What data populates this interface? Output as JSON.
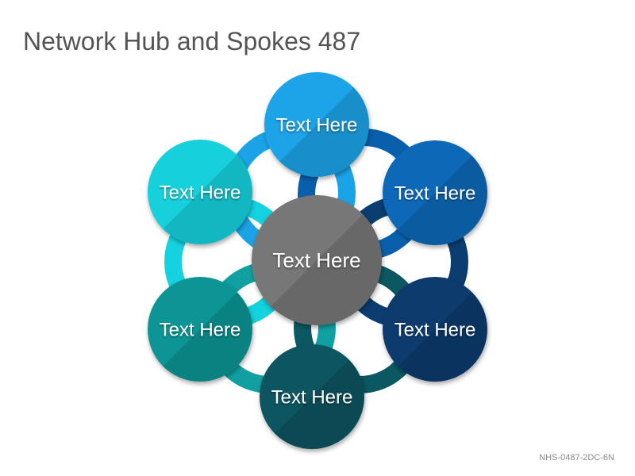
{
  "title": "Network Hub and Spokes 487",
  "footer_code": "NHS-0487-2DC-6N",
  "hub": {
    "label": "Text Here",
    "color": "#777777"
  },
  "spokes": [
    {
      "id": "top",
      "label": "Text Here",
      "color": "#1ba3e8",
      "ring_color": "#1ba3e8"
    },
    {
      "id": "upper-right",
      "label": "Text Here",
      "color": "#0868b8",
      "ring_color": "#0a5fad"
    },
    {
      "id": "lower-right",
      "label": "Text Here",
      "color": "#083a6e",
      "ring_color": "#0b3d70"
    },
    {
      "id": "bottom",
      "label": "Text Here",
      "color": "#0a5560",
      "ring_color": "#0b5862"
    },
    {
      "id": "lower-left",
      "label": "Text Here",
      "color": "#0d9595",
      "ring_color": "#10a0a2"
    },
    {
      "id": "upper-left",
      "label": "Text Here",
      "color": "#14d1dc",
      "ring_color": "#14d2df"
    }
  ]
}
